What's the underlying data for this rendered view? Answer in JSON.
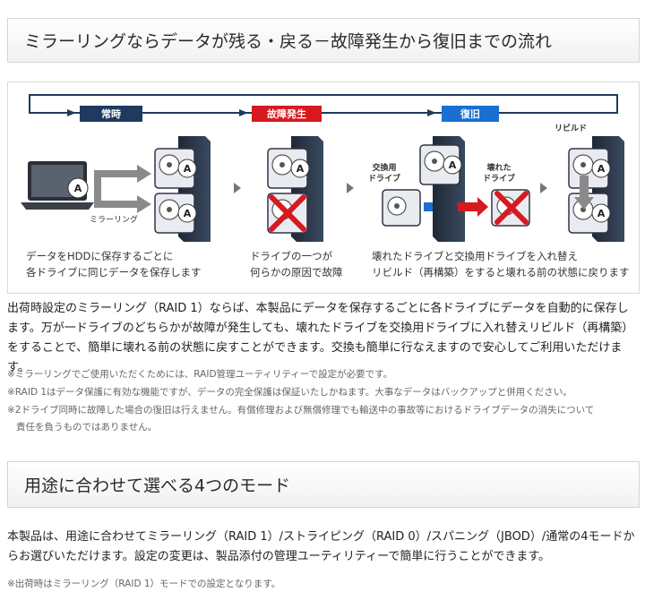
{
  "section1": {
    "title": "ミラーリングならデータが残る・戻る－故障発生から復旧までの流れ"
  },
  "diagram": {
    "stages": [
      "常時",
      "故障発生",
      "復旧"
    ],
    "stage_colors": [
      "#1f3a5f",
      "#d71920",
      "#1a6fd1"
    ],
    "drive_letter": "A",
    "mirroring_label": "ミラーリング",
    "replacement_label_1": "交換用",
    "replacement_label_2": "ドライブ",
    "broken_label_1": "壊れた",
    "broken_label_2": "ドライブ",
    "rebuild_label": "リビルド",
    "captions": {
      "normal": [
        "データをHDDに保存するごとに",
        "各ドライブに同じデータを保存します"
      ],
      "failure": [
        "ドライブの一つが",
        "何らかの原因で故障"
      ],
      "recovery": [
        "壊れたドライブと交換用ドライブを入れ替え",
        "リビルド（再構築）をすると壊れる前の状態に戻ります"
      ]
    }
  },
  "body1": "出荷時設定のミラーリング（RAID 1）ならば、本製品にデータを保存するごとに各ドライブにデータを自動的に保存します。万が一ドライブのどちらかが故障が発生しても、壊れたドライブを交換用ドライブに入れ替えリビルド（再構築）をすることで、簡単に壊れる前の状態に戻すことができます。交換も簡単に行なえますので安心してご利用いただけます。",
  "notes1": [
    "※ミラーリングでご使用いただくためには、RAID管理ユーティリティーで設定が必要です。",
    "※RAID 1はデータ保護に有効な機能ですが、データの完全保護は保証いたしかねます。大事なデータはバックアップと併用ください。",
    "※2ドライブ同時に故障した場合の復旧は行えません。有償修理および無償修理でも輸送中の事故等におけるドライブデータの消失について",
    "責任を負うものではありません。"
  ],
  "section2": {
    "title": "用途に合わせて選べる4つのモード"
  },
  "body2": "本製品は、用途に合わせてミラーリング（RAID 1）/ストライピング（RAID 0）/スパニング（JBOD）/通常の4モードからお選びいただけます。設定の変更は、製品添付の管理ユーティリティーで簡単に行うことができます。",
  "notes2": [
    "※出荷時はミラーリング（RAID 1）モードでの設定となります。"
  ]
}
